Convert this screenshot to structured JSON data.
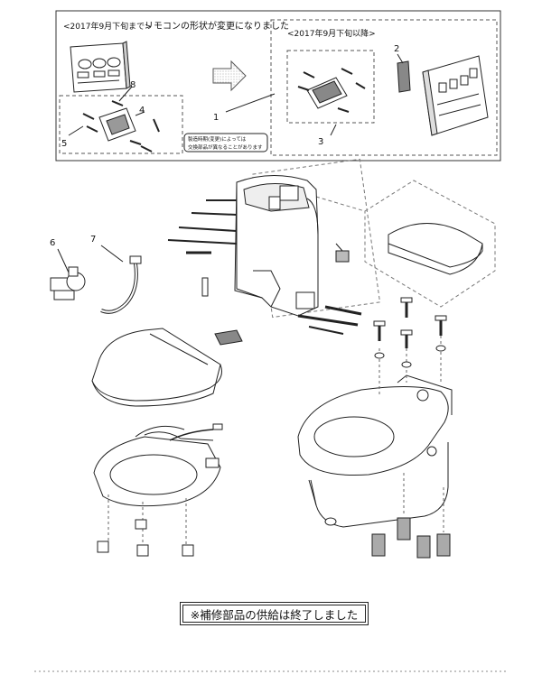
{
  "inset": {
    "label_before": "<2017年9月下旬まで>",
    "remote_change_text": "リモコンの形状が変更になりました",
    "label_after": "<2017年9月下旬以降>",
    "note_line1": "製造時期(変更)によっては",
    "note_line2": "交換部品が異なることがあります"
  },
  "callouts": [
    "1",
    "2",
    "3",
    "4",
    "5",
    "6",
    "7",
    "8"
  ],
  "notice": "※補修部品の供給は終了しました"
}
